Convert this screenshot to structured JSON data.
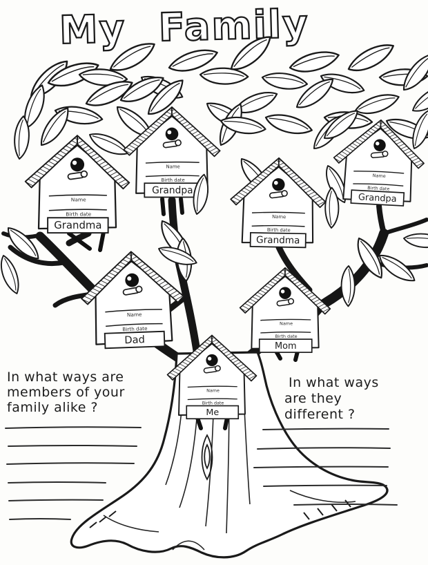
{
  "page": {
    "title": "My Family",
    "ink_color": "#1a1a1a",
    "paper_color": "#fdfdfb"
  },
  "fields": {
    "name_label": "Name",
    "birth_label": "Birth date"
  },
  "houses": [
    {
      "label": "Grandma",
      "position": "upper-left"
    },
    {
      "label": "Grandpa",
      "position": "upper-middle-left"
    },
    {
      "label": "Grandma",
      "position": "middle"
    },
    {
      "label": "Grandpa",
      "position": "upper-right"
    },
    {
      "label": "Dad",
      "position": "middle-left"
    },
    {
      "label": "Mom",
      "position": "middle-right"
    },
    {
      "label": "Me",
      "position": "lower-middle"
    }
  ],
  "questions": {
    "left": {
      "lines": [
        "In what ways are",
        "members of your",
        "family alike ?"
      ]
    },
    "right": {
      "lines": [
        "In what ways",
        "are they",
        "different ?"
      ]
    }
  }
}
